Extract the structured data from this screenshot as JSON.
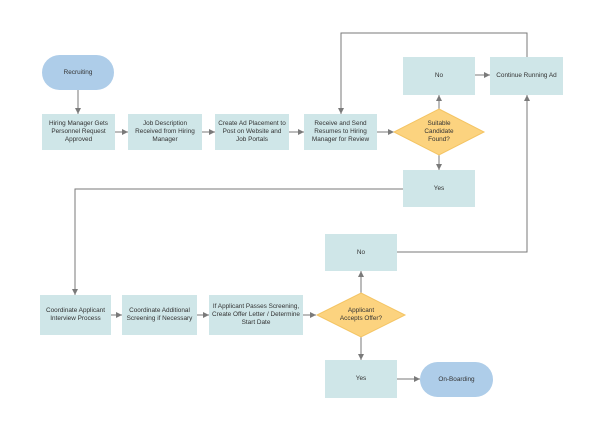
{
  "colors": {
    "process_fill": "#cfe6e8",
    "terminal_fill": "#aecde9",
    "decision_fill": "#fcd37f",
    "decision_stroke": "#f4c463",
    "connector": "#7a7a7a",
    "text": "#333333"
  },
  "nodes": {
    "recruiting": "Recruiting",
    "hiring_manager_request": "Hiring Manager Gets Personnel Request Approved",
    "job_description": "Job Description Received from Hiring Manager",
    "create_ad": "Create Ad Placement to Post on Website and Job Portals",
    "receive_resumes": "Receive and Send Resumes to Hiring Manager for Review",
    "suitable_candidate": "Suitable Candidate Found?",
    "no_top": "No",
    "continue_ad": "Continue Running Ad",
    "yes_top": "Yes",
    "coordinate_interview": "Coordinate Applicant Interview Process",
    "coordinate_screening": "Coordinate Additional Screening if Necessary",
    "create_offer": "If Applicant Passes Screening, Create Offer Letter / Determine Start Date",
    "applicant_accepts": "Applicant Accepts Offer?",
    "no_bottom": "No",
    "yes_bottom": "Yes",
    "onboarding": "On-Boarding"
  }
}
